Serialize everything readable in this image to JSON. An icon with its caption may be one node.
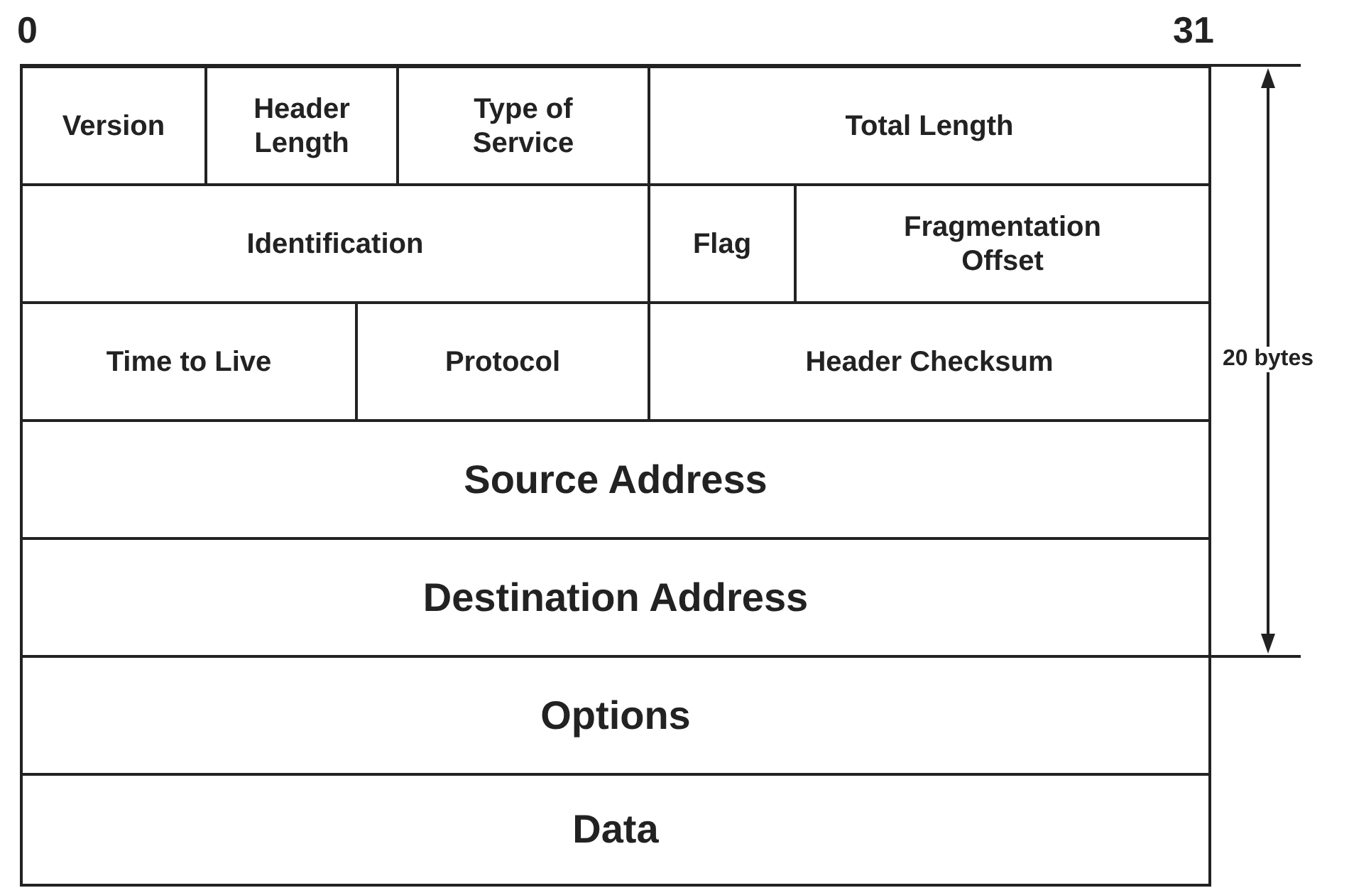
{
  "diagram": {
    "nodes": [
      {
        "text": [
          "Version"
        ]
      },
      {
        "text": [
          "Header Length"
        ]
      },
      {
        "text": [
          "Type of Service"
        ]
      },
      {
        "text": [
          "Total Length"
        ]
      },
      {
        "text": [
          "Identification"
        ]
      },
      {
        "text": [
          "Flag"
        ]
      },
      {
        "text": [
          "Fragmentation Offset"
        ]
      },
      {
        "text": [
          "Time to Live"
        ]
      },
      {
        "text": [
          "Protocol"
        ]
      },
      {
        "text": [
          "Header Checksum"
        ]
      },
      {
        "text": [
          "Source Address"
        ]
      },
      {
        "text": [
          "Destination Address"
        ]
      },
      {
        "text": [
          "Options"
        ]
      },
      {
        "text": [
          "Data"
        ]
      }
    ],
    "labels": [
      "0",
      "31",
      "20 bytes"
    ]
  }
}
